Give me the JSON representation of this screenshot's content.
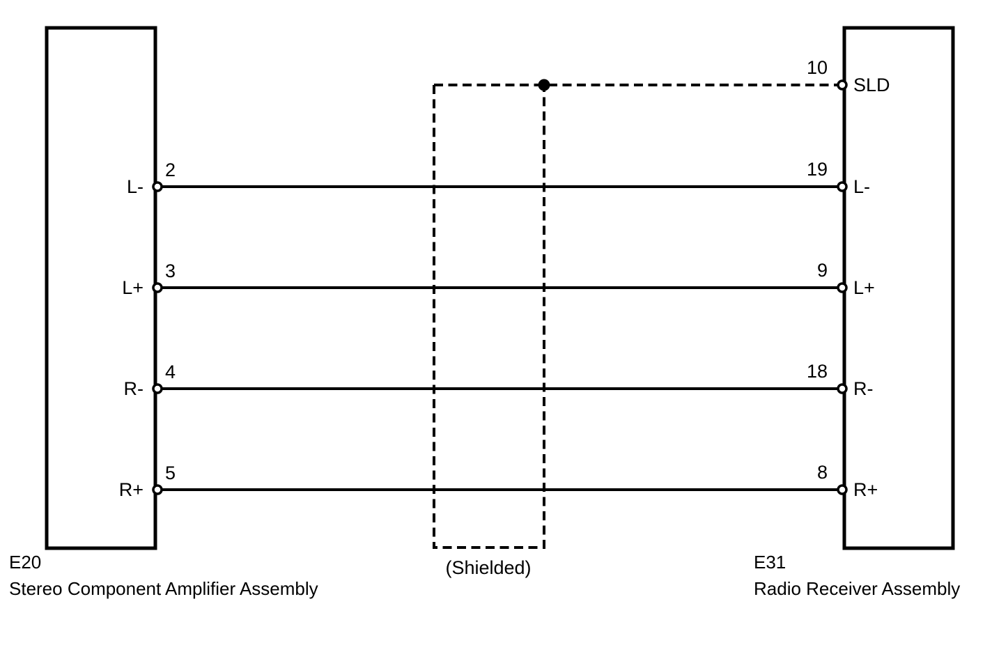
{
  "connectors": {
    "left": {
      "code": "E20",
      "name": "Stereo Component Amplifier Assembly",
      "pins": [
        {
          "number": "2",
          "label": "L-"
        },
        {
          "number": "3",
          "label": "L+"
        },
        {
          "number": "4",
          "label": "R-"
        },
        {
          "number": "5",
          "label": "R+"
        }
      ]
    },
    "right": {
      "code": "E31",
      "name": "Radio Receiver Assembly",
      "pins": [
        {
          "number": "10",
          "label": "SLD"
        },
        {
          "number": "19",
          "label": "L-"
        },
        {
          "number": "9",
          "label": "L+"
        },
        {
          "number": "18",
          "label": "R-"
        },
        {
          "number": "8",
          "label": "R+"
        }
      ]
    }
  },
  "shield": {
    "label": "(Shielded)",
    "drain_pin": "10"
  },
  "connections": [
    {
      "signal": "L-",
      "from": "E20 pin 2",
      "to": "E31 pin 19",
      "shielded": true
    },
    {
      "signal": "L+",
      "from": "E20 pin 3",
      "to": "E31 pin 9",
      "shielded": true
    },
    {
      "signal": "R-",
      "from": "E20 pin 4",
      "to": "E31 pin 18",
      "shielded": true
    },
    {
      "signal": "R+",
      "from": "E20 pin 5",
      "to": "E31 pin 8",
      "shielded": true
    },
    {
      "signal": "SLD",
      "from": "shield drain",
      "to": "E31 pin 10",
      "shielded": false
    }
  ],
  "colors": {
    "line": "#000000",
    "background": "#ffffff"
  }
}
